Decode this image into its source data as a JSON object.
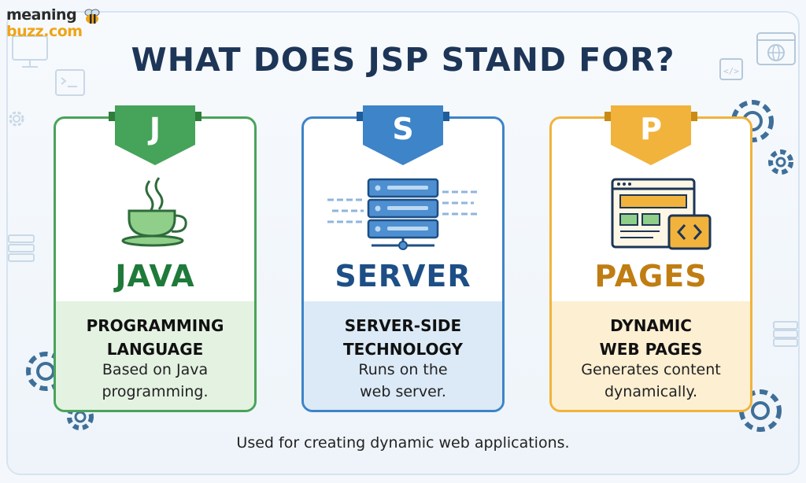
{
  "logo": {
    "line1": "meaning",
    "line2": "buzz.com"
  },
  "title": "WHAT DOES JSP STAND FOR?",
  "cards": [
    {
      "letter": "J",
      "word": "JAVA",
      "heading_line1": "PROGRAMMING",
      "heading_line2": "LANGUAGE",
      "desc_line1": "Based on Java",
      "desc_line2": "programming."
    },
    {
      "letter": "S",
      "word": "SERVER",
      "heading_line1": "SERVER-SIDE",
      "heading_line2": "TECHNOLOGY",
      "desc_line1": "Runs on the",
      "desc_line2": "web server."
    },
    {
      "letter": "P",
      "word": "PAGES",
      "heading_line1": "DYNAMIC",
      "heading_line2": "WEB PAGES",
      "desc_line1": "Generates content",
      "desc_line2": "dynamically."
    }
  ],
  "footer": "Used for creating dynamic web applications.",
  "colors": {
    "green": "#4aa35a",
    "blue": "#3d84c8",
    "orange": "#f1b33c",
    "navy": "#1d3557"
  },
  "icons": [
    "coffee-cup-icon",
    "server-rack-icon",
    "web-page-code-icon",
    "gear-icon",
    "monitor-icon",
    "globe-browser-icon",
    "code-window-icon"
  ]
}
